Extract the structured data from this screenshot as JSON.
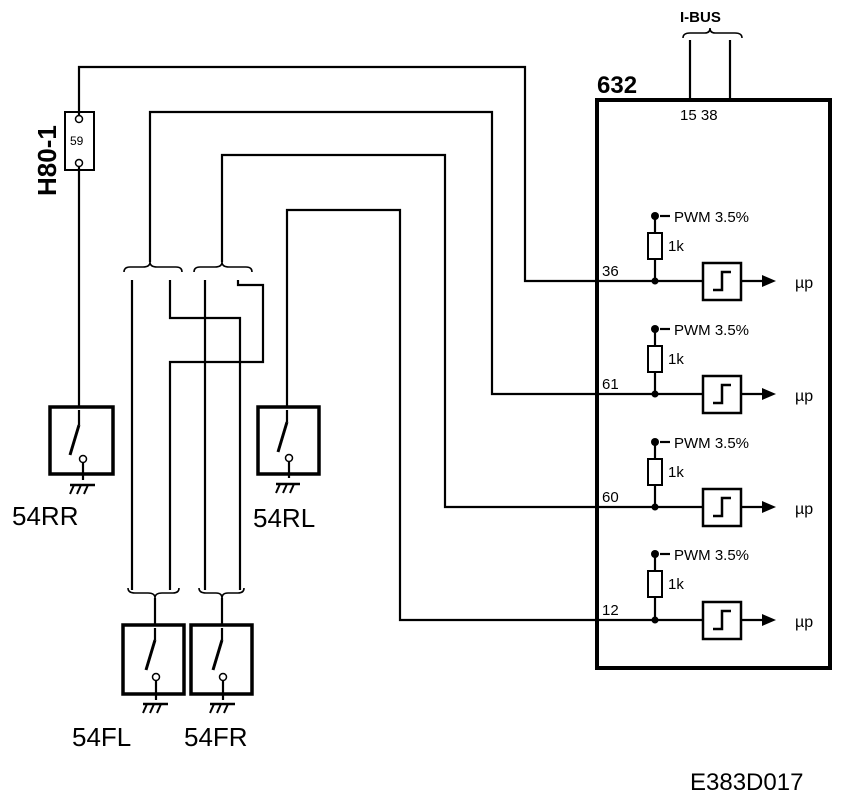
{
  "diagram_id": "E383D017",
  "module": {
    "label": "632",
    "bus_label": "I-BUS",
    "bus_pins": "15 38"
  },
  "connector": {
    "label": "H80-1",
    "pin": "59"
  },
  "switches": {
    "rr": "54RR",
    "rl": "54RL",
    "fl": "54FL",
    "fr": "54FR"
  },
  "inputs": [
    {
      "pin": "36",
      "pwm": "PWM 3.5%",
      "resistor": "1k",
      "output": "µp"
    },
    {
      "pin": "61",
      "pwm": "PWM 3.5%",
      "resistor": "1k",
      "output": "µp"
    },
    {
      "pin": "60",
      "pwm": "PWM 3.5%",
      "resistor": "1k",
      "output": "µp"
    },
    {
      "pin": "12",
      "pwm": "PWM 3.5%",
      "resistor": "1k",
      "output": "µp"
    }
  ]
}
